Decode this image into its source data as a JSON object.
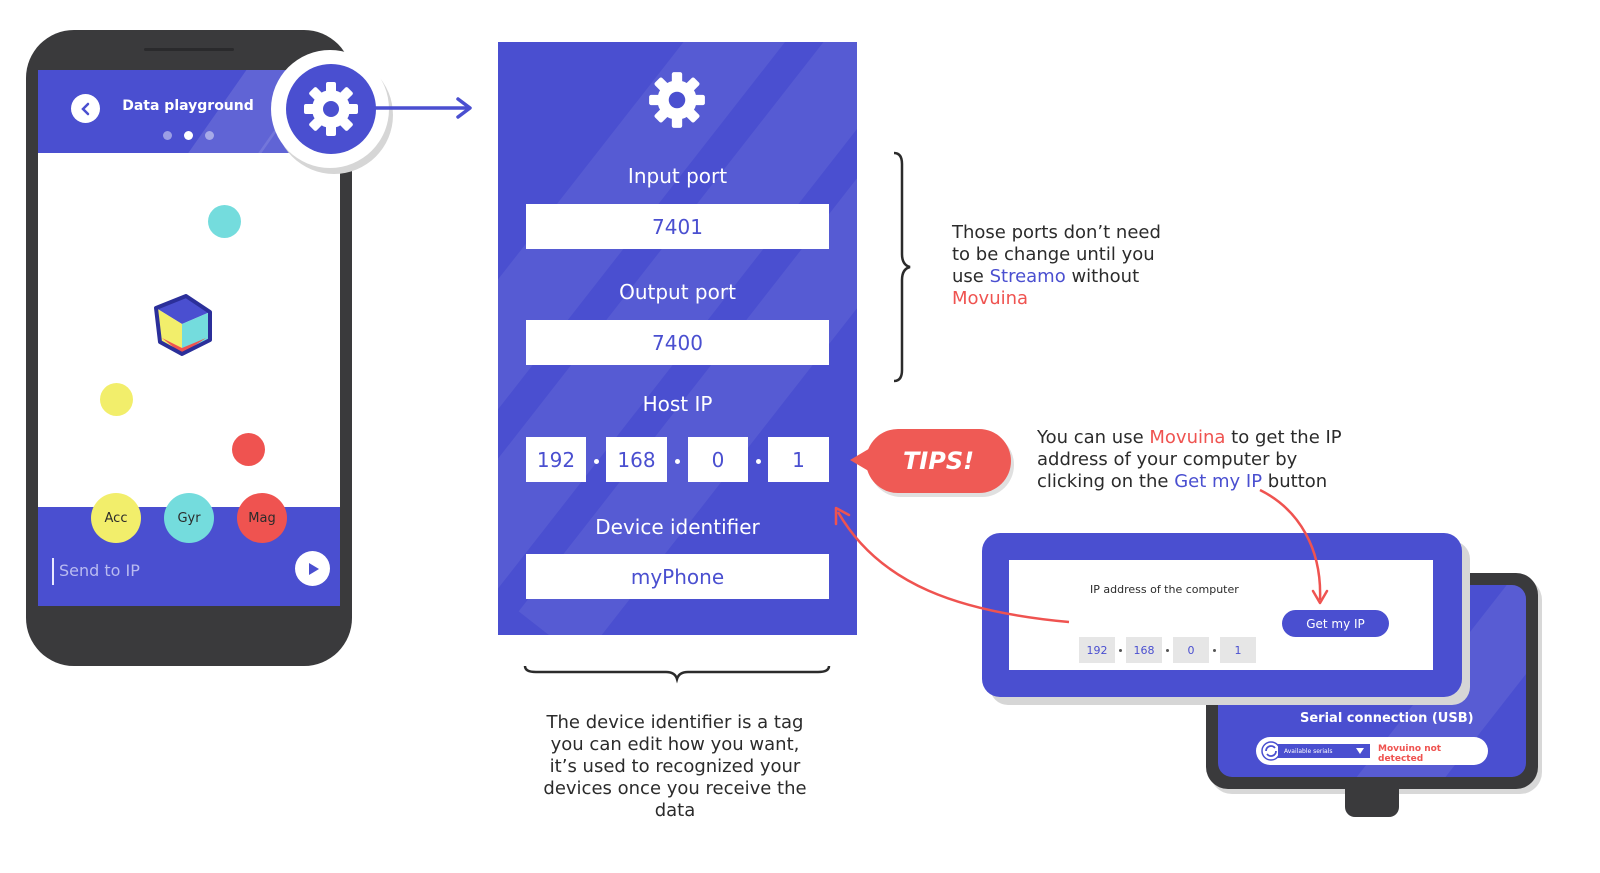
{
  "phone": {
    "header_title": "Data playground",
    "sensors": [
      {
        "label": "Acc",
        "color": "#f2ee6b"
      },
      {
        "label": "Gyr",
        "color": "#74dcdd"
      },
      {
        "label": "Mag",
        "color": "#ef5350"
      }
    ],
    "send_placeholder": "Send to IP"
  },
  "settings": {
    "input_port_label": "Input port",
    "input_port_value": "7401",
    "output_port_label": "Output port",
    "output_port_value": "7400",
    "host_ip_label": "Host IP",
    "host_ip": [
      "192",
      "168",
      "0",
      "1"
    ],
    "device_identifier_label": "Device identifier",
    "device_identifier_value": "myPhone"
  },
  "ports_note": {
    "part1": "Those ports don’t need to be change until you use ",
    "streamo": "Streamo",
    "part2": " without ",
    "movuina": "Movuina"
  },
  "tips": {
    "label": "TIPS!",
    "part1": "You can use ",
    "movuina": "Movuina",
    "part2": " to get the IP address of your computer by clicking on the ",
    "get_my_ip": "Get my IP",
    "part3": " button"
  },
  "device_note": "The device identifier is a tag you can edit how you want, it’s used to recognized your devices once you receive the data",
  "computer": {
    "ip_label": "IP address of the computer",
    "ip": [
      "192",
      "168",
      "0",
      "1"
    ],
    "get_ip_button": "Get my IP",
    "serial_title": "Serial connection (USB)",
    "serial_select": "Available serials",
    "serial_status": "Movuino not detected"
  },
  "colors": {
    "brand": "#4a4fd0",
    "accent_red": "#ef5350",
    "phone_body": "#3a3a3c"
  }
}
